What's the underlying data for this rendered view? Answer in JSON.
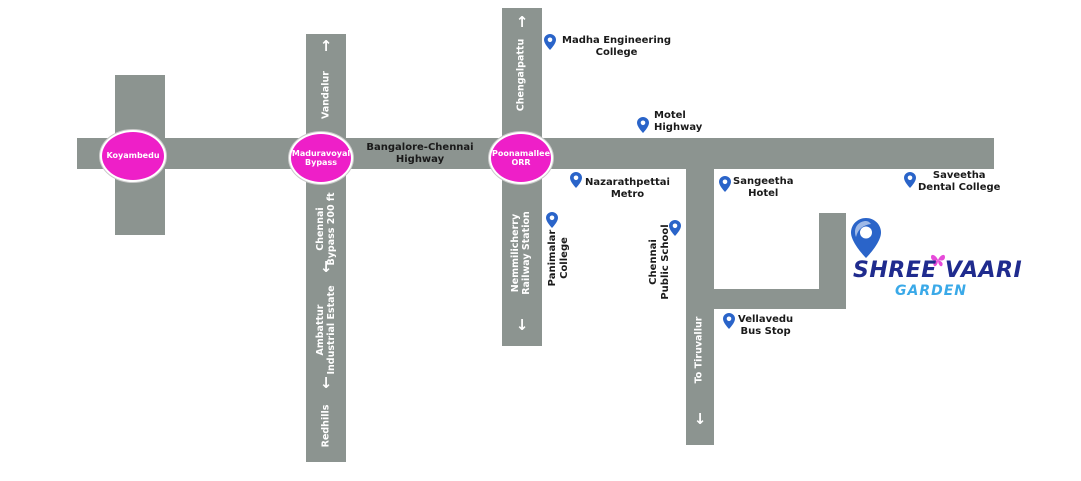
{
  "map": {
    "highway_label": "Bangalore-Chennai\nHighway",
    "junctions": {
      "koyambedu": "Koyambedu",
      "maduravoyal": "Maduravoyal\nBypass",
      "poonamallee": "Poonamallee\nORR"
    },
    "road_labels": {
      "vandalur": "Vandalur",
      "chennai_bypass": "Chennai\nBypass 200 ft",
      "ambattur": "Ambattur\nIndustrial Estate",
      "redhills": "Redhills",
      "chengalpattu": "Chengalpattu",
      "nemmilicherry": "Nemmilicherry\nRailway Station",
      "to_tiruvallur": "To Tiruvallur"
    },
    "arrow_up": "↑",
    "arrow_down": "↓",
    "places": {
      "madha": "Madha Engineering\nCollege",
      "motel": "Motel\nHighway",
      "nazarathpettai": "Nazarathpettai\nMetro",
      "sangeetha": "Sangeetha\nHotel",
      "saveetha": "Saveetha\nDental College",
      "panimalar": "Panimalar\nCollege",
      "chennai_public": "Chennai\nPublic School",
      "vellavedu": "Vellavedu\nBus Stop"
    },
    "brand": {
      "title": "SHREE VAARI",
      "subtitle": "GARDEN"
    },
    "colors": {
      "road": "#8c9490",
      "junction": "#ee1fc8",
      "pin": "#2a64c9",
      "brand_title": "#1f2b8e",
      "brand_subtitle": "#3aa9e8"
    }
  }
}
